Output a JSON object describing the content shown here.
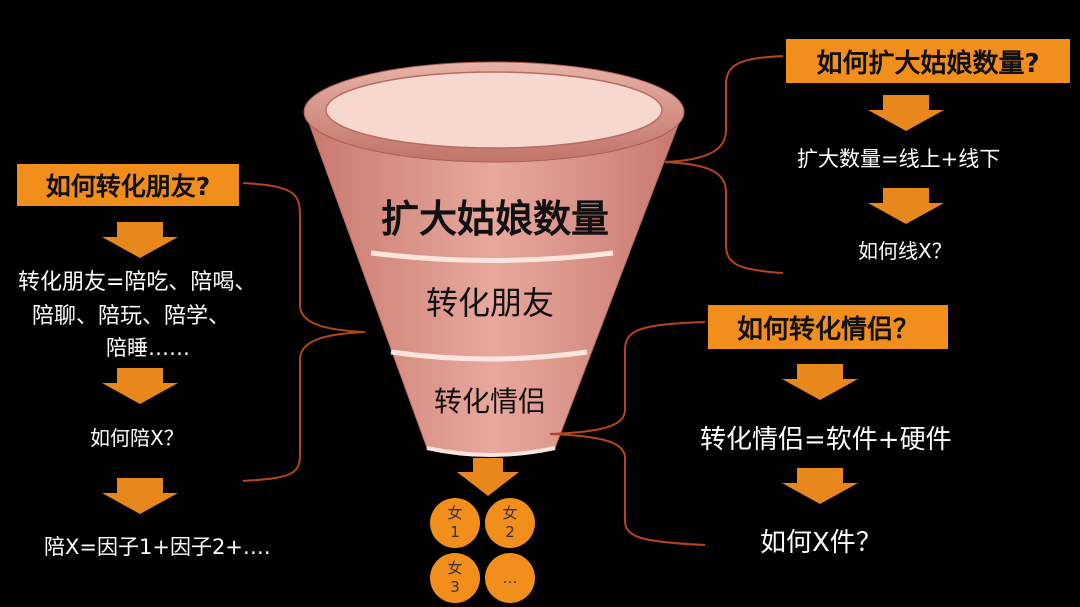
{
  "funnel": {
    "stage1": "扩大姑娘数量",
    "stage2": "转化朋友",
    "stage3": "转化情侣"
  },
  "output_circles": [
    {
      "line1": "女",
      "line2": "1"
    },
    {
      "line1": "女",
      "line2": "2"
    },
    {
      "line1": "女",
      "line2": "3"
    },
    {
      "line1": "",
      "line2": "…"
    }
  ],
  "left_branch": {
    "heading": "如何转化朋友?",
    "step1_line1": "转化朋友=陪吃、陪喝、",
    "step1_line2": "陪聊、陪玩、陪学、",
    "step1_line3": "陪睡……",
    "step2": "如何陪X？",
    "step3": "陪X=因子1+因子2+…."
  },
  "top_right_branch": {
    "heading": "如何扩大姑娘数量?",
    "step1": "扩大数量=线上+线下",
    "step2": "如何线X？"
  },
  "bottom_right_branch": {
    "heading": "如何转化情侣？",
    "step1": "转化情侣=软件+硬件",
    "step2": "如何X件？"
  },
  "colors": {
    "accent_orange": "#F28E1C",
    "funnel_pink": "#D99389",
    "funnel_light": "#F6D3C8",
    "bracket": "#B4451E"
  }
}
